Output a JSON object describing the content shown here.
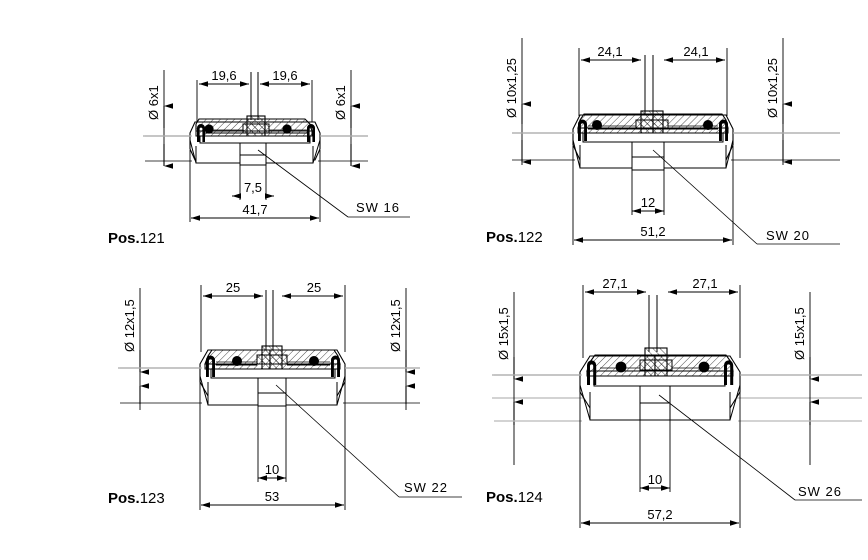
{
  "drawing": {
    "title": "",
    "background": "#ffffff",
    "line_color": "#000000",
    "centerline_color": "#b5b5b5",
    "thin_color": "#555555"
  },
  "views": [
    {
      "id": "pos121",
      "pos_prefix": "Pos.",
      "pos_number": "121",
      "thread_left": "Ø 6x1",
      "thread_right": "Ø 6x1",
      "dim_top_left": "19,6",
      "dim_top_right": "19,6",
      "dim_small_bottom": "7,5",
      "dim_overall": "41,7",
      "sw_label": "SW 16"
    },
    {
      "id": "pos122",
      "pos_prefix": "Pos.",
      "pos_number": "122",
      "thread_left": "Ø 10x1,25",
      "thread_right": "Ø 10x1,25",
      "dim_top_left": "24,1",
      "dim_top_right": "24,1",
      "dim_small_bottom": "12",
      "dim_overall": "51,2",
      "sw_label": "SW 20"
    },
    {
      "id": "pos123",
      "pos_prefix": "Pos.",
      "pos_number": "123",
      "thread_left": "Ø 12x1,5",
      "thread_right": "Ø 12x1,5",
      "dim_top_left": "25",
      "dim_top_right": "25",
      "dim_small_bottom": "10",
      "dim_overall": "53",
      "sw_label": "SW 22"
    },
    {
      "id": "pos124",
      "pos_prefix": "Pos.",
      "pos_number": "124",
      "thread_left": "Ø 15x1,5",
      "thread_right": "Ø 15x1,5",
      "dim_top_left": "27,1",
      "dim_top_right": "27,1",
      "dim_small_bottom": "10",
      "dim_overall": "57,2",
      "sw_label": "SW 26"
    }
  ]
}
